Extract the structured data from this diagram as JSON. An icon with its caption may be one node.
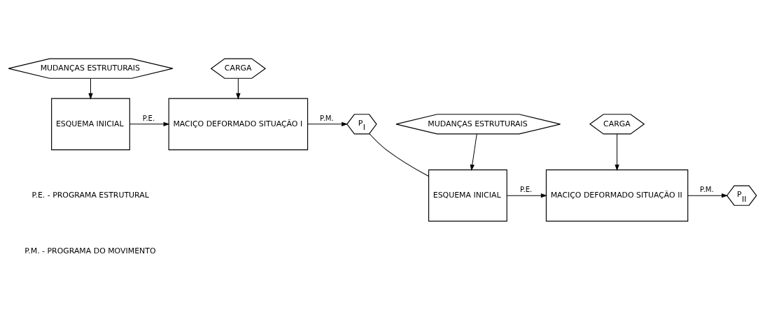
{
  "diagram": {
    "nodes": [
      {
        "text": [
          "MUDANÇAS ESTRUTURAIS"
        ]
      },
      {
        "text": [
          "CARGA"
        ]
      },
      {
        "text": [
          "ESQUEMA INICIAL"
        ]
      },
      {
        "text": [
          "MACIÇO DEFORMADO SITUAÇÃO I"
        ]
      },
      {
        "text": [
          "P$_{I}$"
        ]
      },
      {
        "text": [
          "MUDANÇAS ESTRUTURAIS"
        ]
      },
      {
        "text": [
          "CARGA"
        ]
      },
      {
        "text": [
          "ESQUEMA INICIAL"
        ]
      },
      {
        "text": [
          "MACIÇO DEFORMADO SITUAÇÃO II"
        ]
      },
      {
        "text": [
          "P$_{II}$"
        ]
      }
    ],
    "edges": [
      {
        "from": 0,
        "to": 2,
        "arrow": "to"
      },
      {
        "from": 1,
        "to": 3,
        "arrow": "to"
      },
      {
        "from": 2,
        "to": 3,
        "arrow": "to",
        "label": "P.E."
      },
      {
        "from": 3,
        "to": 4,
        "arrow": "to",
        "label": "P.M."
      },
      {
        "from": 4,
        "to": 7,
        "arrow": "none"
      },
      {
        "from": 5,
        "to": 7,
        "arrow": "to"
      },
      {
        "from": 6,
        "to": 8,
        "arrow": "to"
      },
      {
        "from": 7,
        "to": 8,
        "arrow": "to",
        "label": "P.E."
      },
      {
        "from": 8,
        "to": 9,
        "arrow": "to",
        "label": "P.M."
      }
    ],
    "labels": [
      "P.E. - PROGRAMA ESTRUTURAL",
      "P.M. - PROGRAMA DO MOVIMENTO"
    ]
  }
}
